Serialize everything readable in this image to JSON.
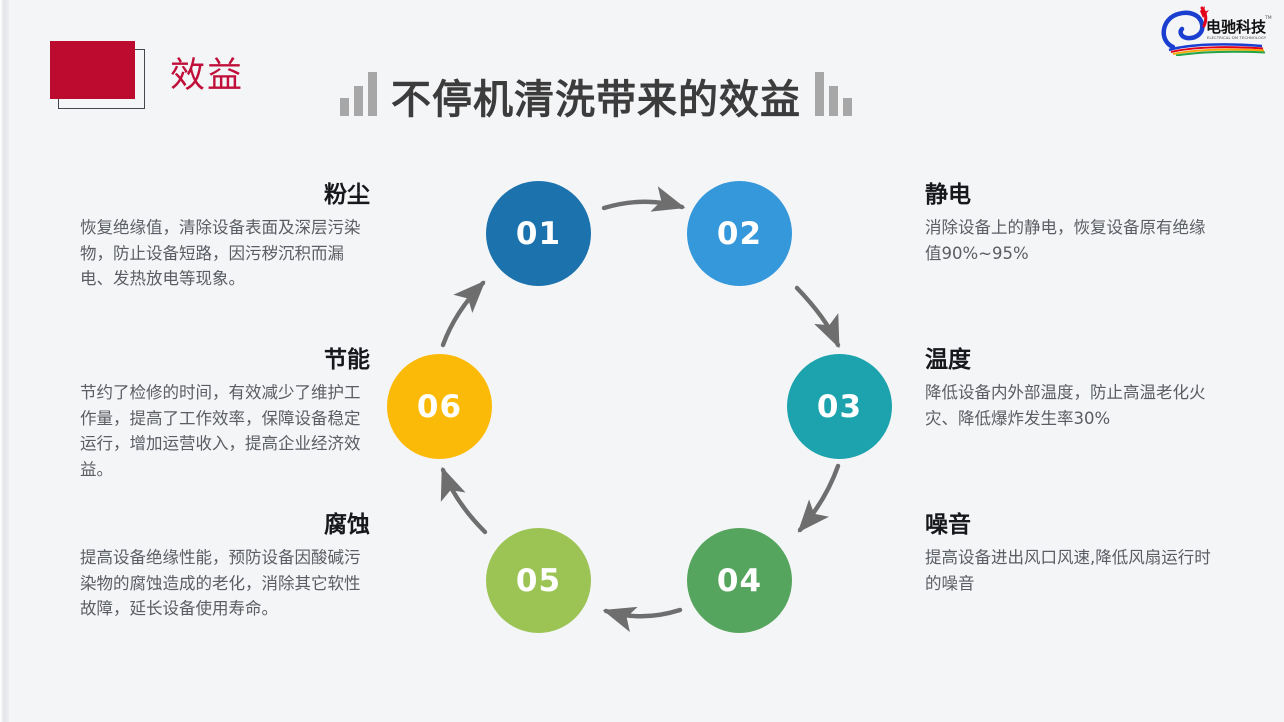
{
  "header": {
    "kicker": "效益",
    "title": "不停机清洗带来的效益",
    "badge_color": "#bd0a2f",
    "kicker_color": "#c0103a",
    "decoration_left": "ascending-bars-icon",
    "decoration_right": "descending-bars-icon"
  },
  "logo": {
    "name_cn": "电驰科技",
    "name_en": "ELECTRICAL DM TECHNOLOGY",
    "trademark": "TM",
    "mark_color": "#1a3fd0"
  },
  "diagram": {
    "type": "cycle",
    "arrow_color": "#6e6e6e",
    "nodes": [
      {
        "number": "01",
        "color": "#1c72ac",
        "title": "粉尘",
        "side": "left",
        "text": "恢复绝缘值，清除设备表面及深层污染物，防止设备短路，因污秽沉积而漏电、发热放电等现象。"
      },
      {
        "number": "02",
        "color": "#3498db",
        "title": "静电",
        "side": "right",
        "text": "消除设备上的静电，恢复设备原有绝缘值90%~95%"
      },
      {
        "number": "03",
        "color": "#1ca3ad",
        "title": "温度",
        "side": "right",
        "text": "降低设备内外部温度，防止高温老化火灾、降低爆炸发生率30%"
      },
      {
        "number": "04",
        "color": "#56a55e",
        "title": "噪音",
        "side": "right",
        "text": "提高设备进出风口风速,降低风扇运行时的噪音"
      },
      {
        "number": "05",
        "color": "#9cc455",
        "title": "腐蚀",
        "side": "left",
        "text": "提高设备绝缘性能，预防设备因酸碱污染物的腐蚀造成的老化，消除其它软性故障，延长设备使用寿命。"
      },
      {
        "number": "06",
        "color": "#fcba08",
        "title": "节能",
        "side": "left",
        "text": "节约了检修的时间，有效减少了维护工作量，提高了工作效率，保障设备稳定运行，增加运营收入，提高企业经济效益。"
      }
    ]
  }
}
